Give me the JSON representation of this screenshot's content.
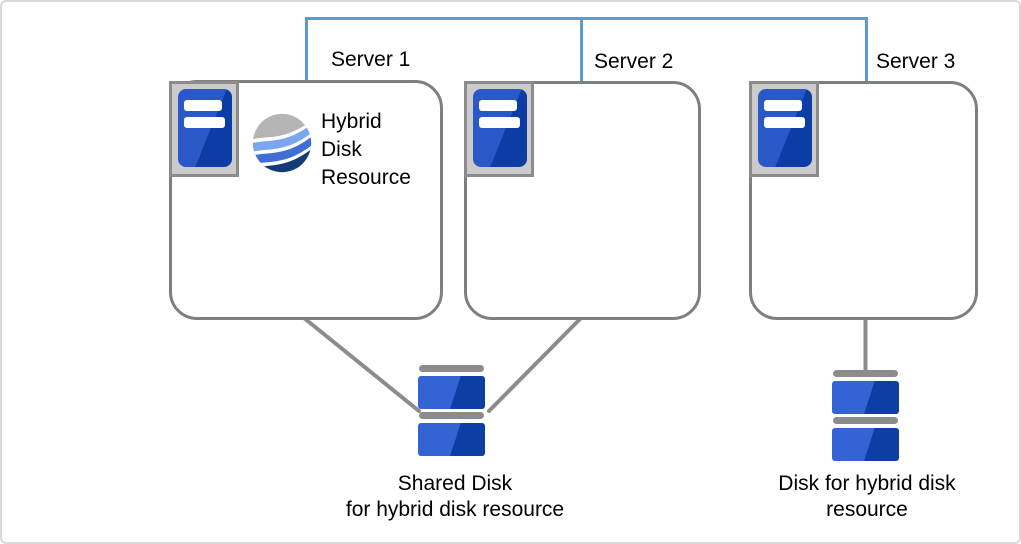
{
  "diagram": {
    "type": "cluster-architecture",
    "description_visible_text_only": true
  },
  "servers": [
    {
      "label": "Server 1"
    },
    {
      "label": "Server 2"
    },
    {
      "label": "Server 3"
    }
  ],
  "hybrid_resource": {
    "label": "Hybrid\nDisk\nResource"
  },
  "captions": {
    "shared_disk": "Shared Disk\nfor hybrid disk resource",
    "hybrid_disk": "Disk for hybrid disk\nresource"
  },
  "icons": {
    "server": "server-icon",
    "hybrid_resource": "wave-globe-icon",
    "shared_disk": "disk-stack-icon",
    "hybrid_disk": "disk-stack-icon",
    "network": "network-interconnect-line"
  },
  "colors": {
    "accent_blue": "#5B9BD5",
    "box_border": "#7F7F7F",
    "connector_gray": "#8C8C8C",
    "frame_fill": "#CBCBCB",
    "frame_border": "#8C8C8C",
    "server_blue_light": "#2A58C8",
    "server_blue_dark": "#0B3DA4",
    "disk_blue_light": "#3464D4",
    "disk_blue_dark": "#0C3EA4",
    "cap_gray": "#8C8C8C",
    "swirl_gray": "#B5B5B5",
    "swirl_light": "#7AA5F0",
    "swirl_mid": "#3E6FD6",
    "swirl_navy": "#123B78",
    "canvas_border": "#D9D9D9",
    "text_color": "#000000"
  }
}
